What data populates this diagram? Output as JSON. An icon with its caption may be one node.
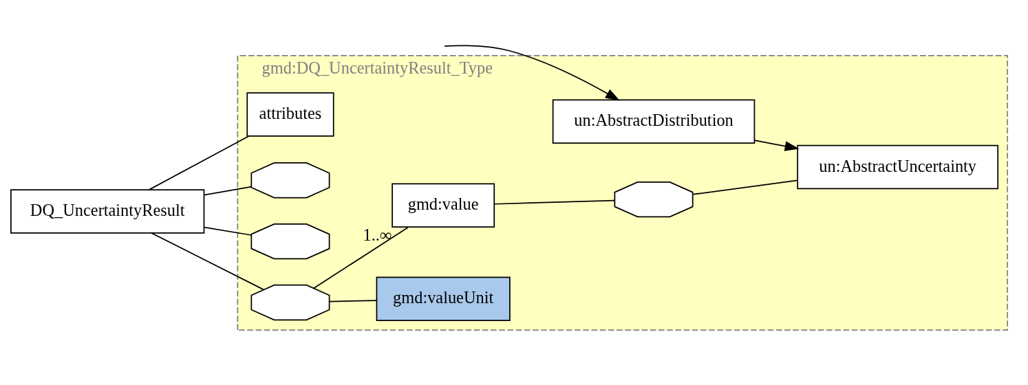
{
  "diagram": {
    "nodes": [
      {
        "text": [
          "gmd:DQ_UncertaintyResult_Type"
        ]
      },
      {
        "text": [
          "DQ_UncertaintyResult"
        ]
      },
      {
        "text": [
          "attributes"
        ],
        "in": 0
      },
      {
        "text": [],
        "shape": "octagon",
        "in": 0
      },
      {
        "text": [],
        "shape": "octagon",
        "in": 0
      },
      {
        "text": [],
        "shape": "octagon",
        "in": 0
      },
      {
        "text": [
          "gmd:valueUnit"
        ],
        "in": 0
      },
      {
        "text": [
          "gmd:value"
        ],
        "beside": [
          "1..∞"
        ],
        "in": 0
      },
      {
        "text": [],
        "shape": "octagon",
        "in": 0
      },
      {
        "text": [
          "un:AbstractUncertainty"
        ],
        "in": 0
      },
      {
        "text": [
          "un:AbstractDistribution"
        ],
        "in": 0
      }
    ],
    "edges": [
      {
        "from": 1,
        "to": 2,
        "arrow": "none"
      },
      {
        "from": 1,
        "to": 3,
        "arrow": "none"
      },
      {
        "from": 1,
        "to": 4,
        "arrow": "none"
      },
      {
        "from": 1,
        "to": 5,
        "arrow": "none"
      },
      {
        "from": 5,
        "to": 6,
        "arrow": "none"
      },
      {
        "from": 5,
        "to": 7,
        "arrow": "none"
      },
      {
        "from": 7,
        "to": 8,
        "arrow": "none"
      },
      {
        "from": 8,
        "to": 9,
        "arrow": "none"
      },
      {
        "from": 10,
        "to": 9,
        "arrow": "to"
      },
      {
        "from": null,
        "to": 10,
        "arrow": "to"
      }
    ]
  }
}
